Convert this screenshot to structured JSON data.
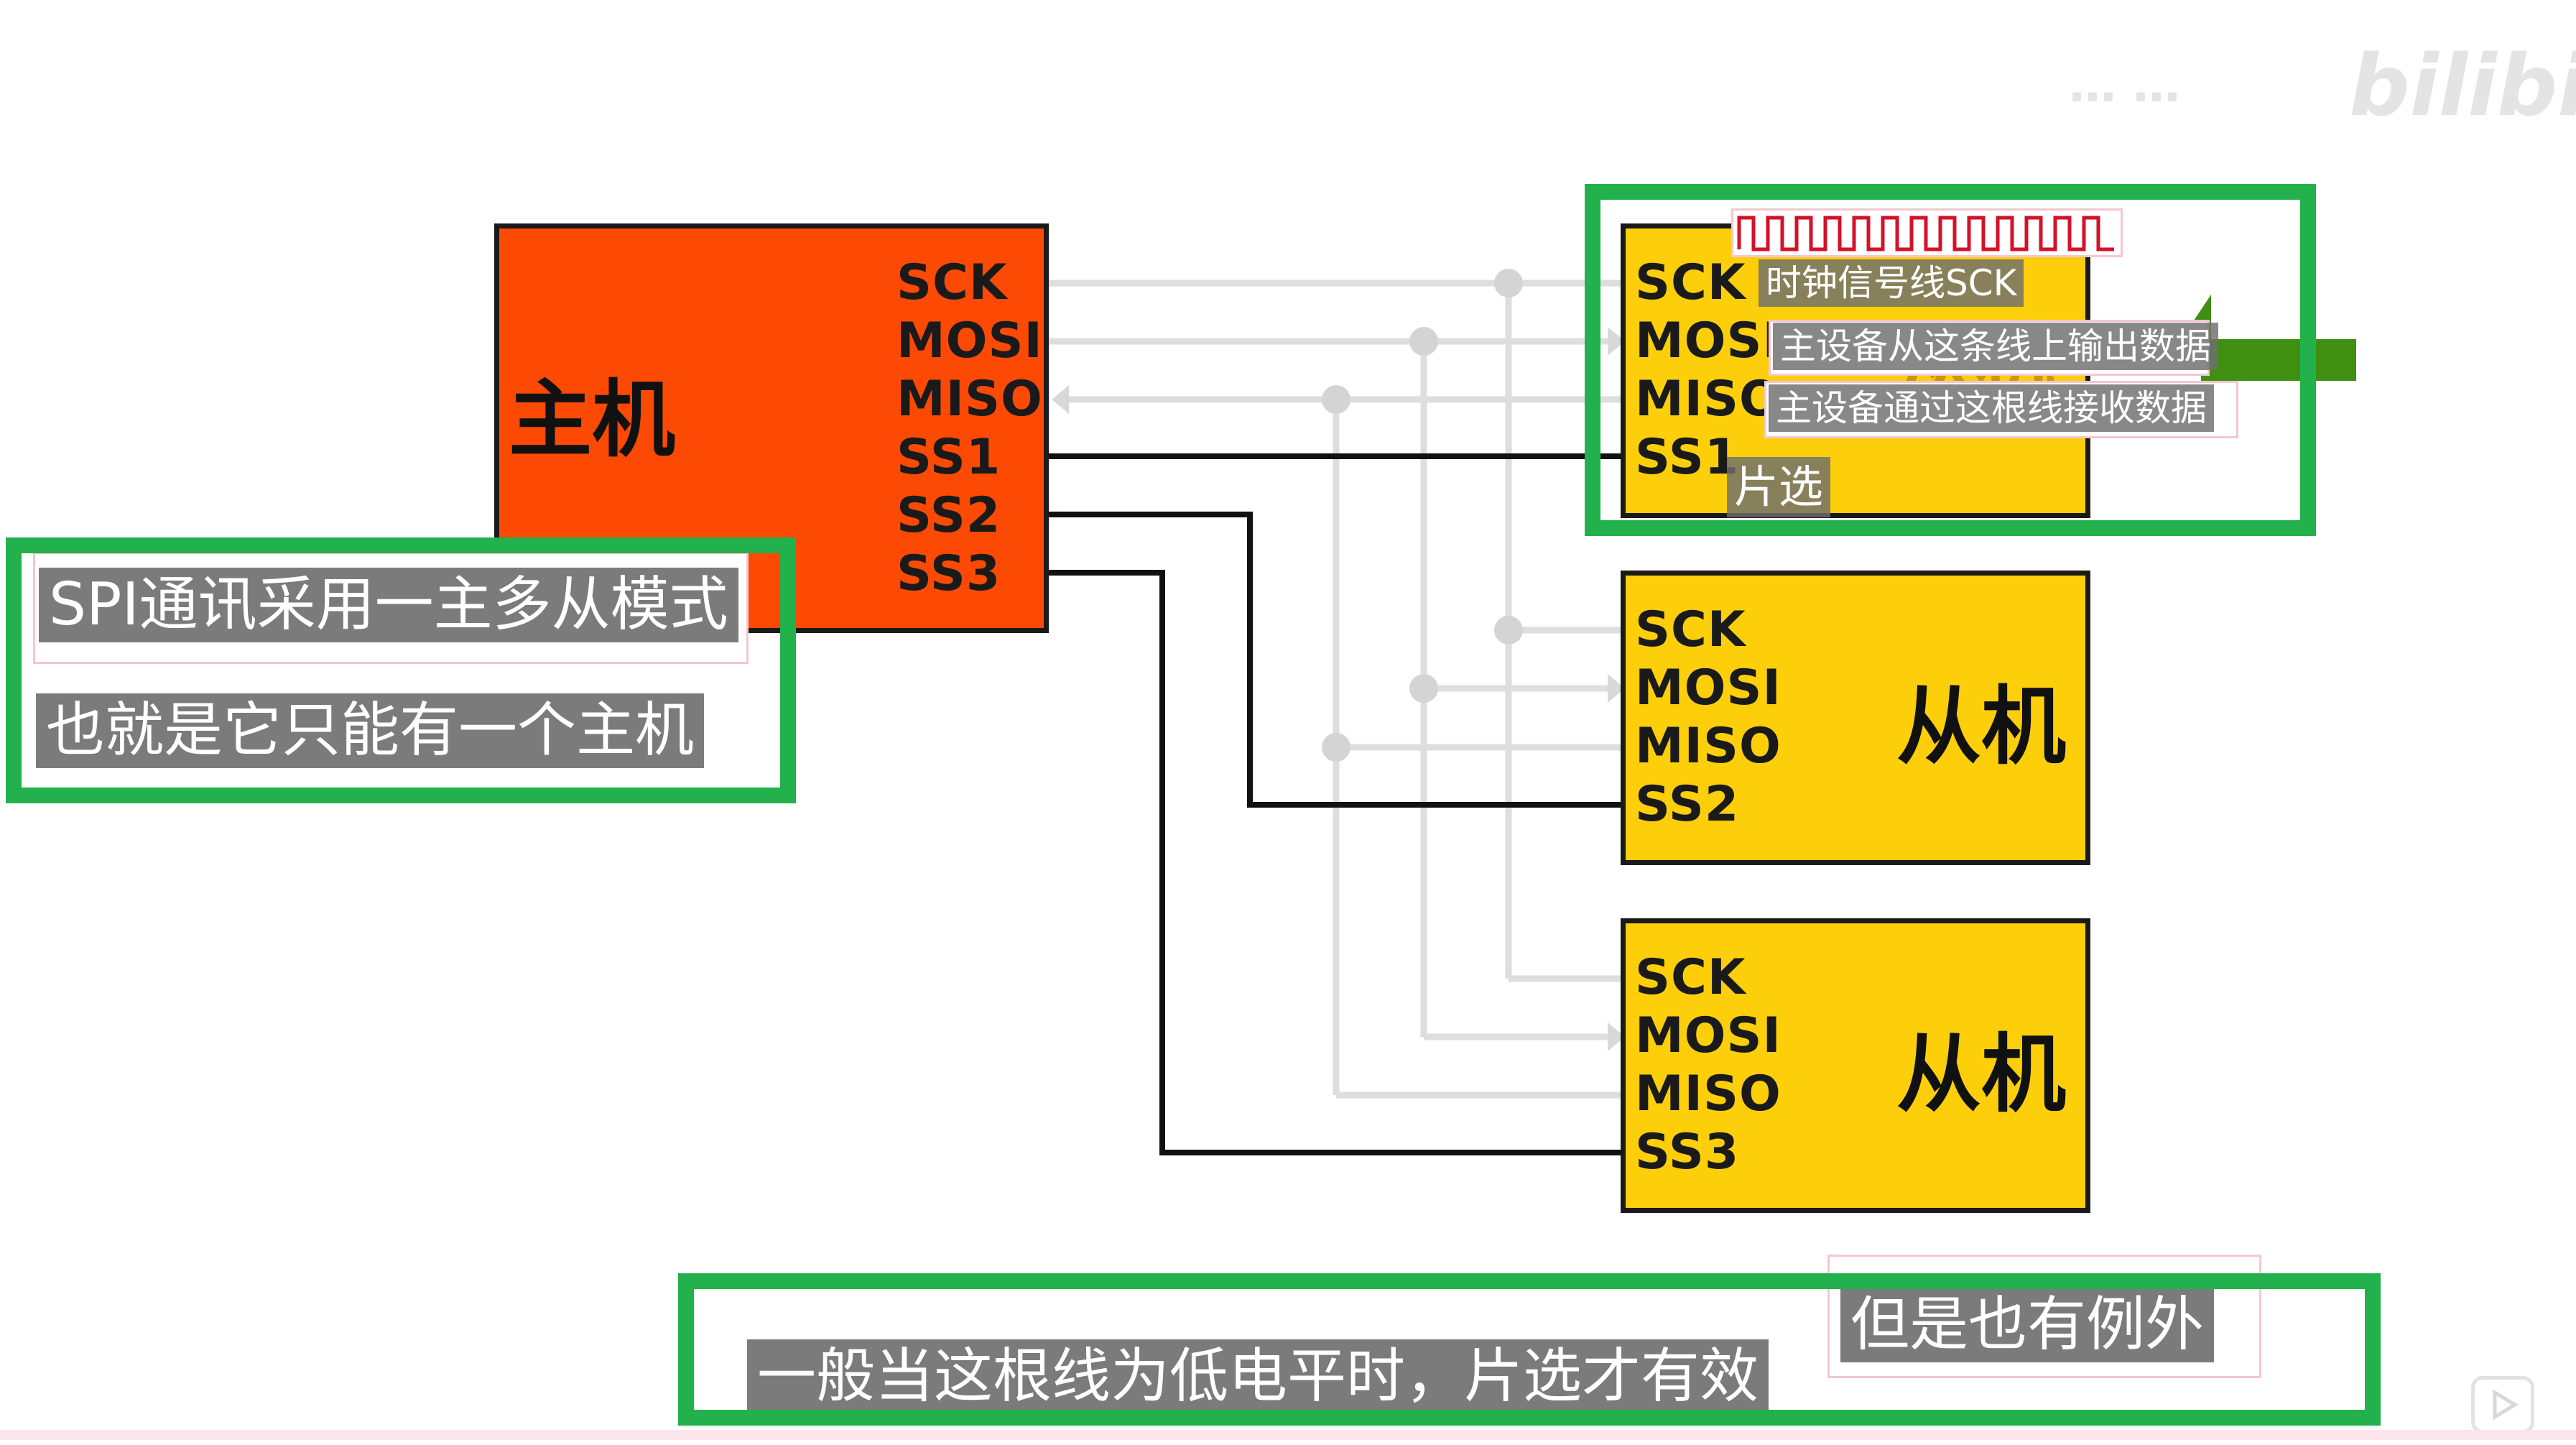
{
  "watermark": {
    "channel": "… …",
    "brand": "bilibili"
  },
  "master": {
    "title": "主机",
    "pins": [
      "SCK",
      "MOSI",
      "MISO",
      "SS1",
      "SS2",
      "SS3"
    ]
  },
  "slaves": [
    {
      "title": "从机",
      "pins": [
        "SCK",
        "MOSI",
        "MISO",
        "SS1"
      ]
    },
    {
      "title": "从机",
      "pins": [
        "SCK",
        "MOSI",
        "MISO",
        "SS2"
      ]
    },
    {
      "title": "从机",
      "pins": [
        "SCK",
        "MOSI",
        "MISO",
        "SS3"
      ]
    }
  ],
  "annotations": {
    "sck": "时钟信号线SCK",
    "mosi": "主设备从这条线上输出数据",
    "miso": "主设备通过这根线接收数据",
    "ss": "片选"
  },
  "subtitles": {
    "left_line1": "SPI通讯采用一主多从模式",
    "left_line2": "也就是它只能有一个主机",
    "bottom_main": "一般当这根线为低电平时，片选才有效",
    "bottom_popup": "但是也有例外"
  },
  "colors": {
    "master": "#fc4a05",
    "slave": "#fccf0a",
    "highlight_frame": "#22b14c",
    "bus_line": "#dedede",
    "select_line": "#111111",
    "arrow": "#3f8f10"
  }
}
